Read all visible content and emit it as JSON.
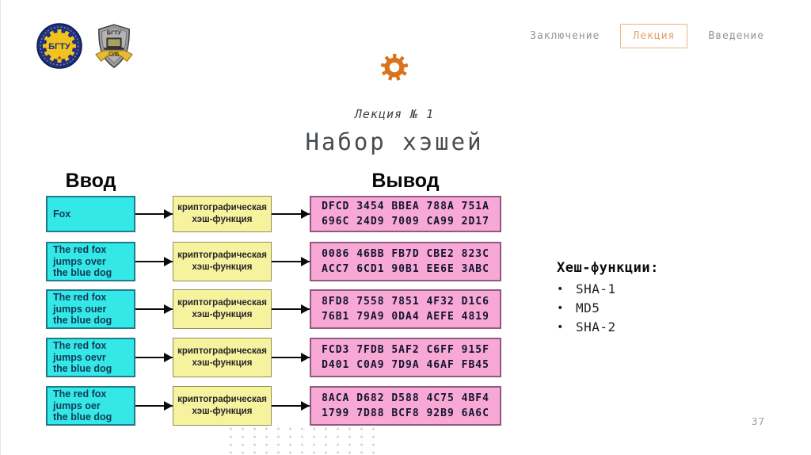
{
  "header": {
    "logos": {
      "seal_text": "БГТУ",
      "shield_top_text": "БГТУ",
      "shield_ribbon_text": "СИБ"
    },
    "nav": {
      "conclusion": "Заключение",
      "lecture": "Лекция",
      "intro": "Введение"
    }
  },
  "slide": {
    "subtitle": "Лекция № 1",
    "title": "Набор хэшей",
    "page_number": "37",
    "diagram": {
      "input_header": "Ввод",
      "output_header": "Вывод",
      "function_label": "криптографическая\nхэш-функция",
      "rows": [
        {
          "input": "Fox",
          "hash": "DFCD 3454 BBEA 788A 751A\n696C 24D9 7009 CA99 2D17"
        },
        {
          "input": "The red fox\njumps over\nthe blue dog",
          "hash": "0086 46BB FB7D CBE2 823C\nACC7 6CD1 90B1 EE6E 3ABC"
        },
        {
          "input": "The red fox\njumps ouer\nthe blue dog",
          "hash": "8FD8 7558 7851 4F32 D1C6\n76B1 79A9 0DA4 AEFE 4819"
        },
        {
          "input": "The red fox\njumps oevr\nthe blue dog",
          "hash": "FCD3 7FDB 5AF2 C6FF 915F\nD401 C0A9 7D9A 46AF FB45"
        },
        {
          "input": "The red fox\njumps oer\nthe blue dog",
          "hash": "8ACA D682 D588 4C75 4BF4\n1799 7D88 BCF8 92B9 6A6C"
        }
      ]
    },
    "hash_list": {
      "heading": "Хеш-функции:",
      "items": [
        "SHA-1",
        "MD5",
        "SHA-2"
      ]
    }
  },
  "colors": {
    "accent_orange": "#d9731d",
    "nav_active": "#e2a35f",
    "input_box_fill": "#35e8e8",
    "function_box_fill": "#f7f29e",
    "output_box_fill": "#f7a8d4"
  }
}
